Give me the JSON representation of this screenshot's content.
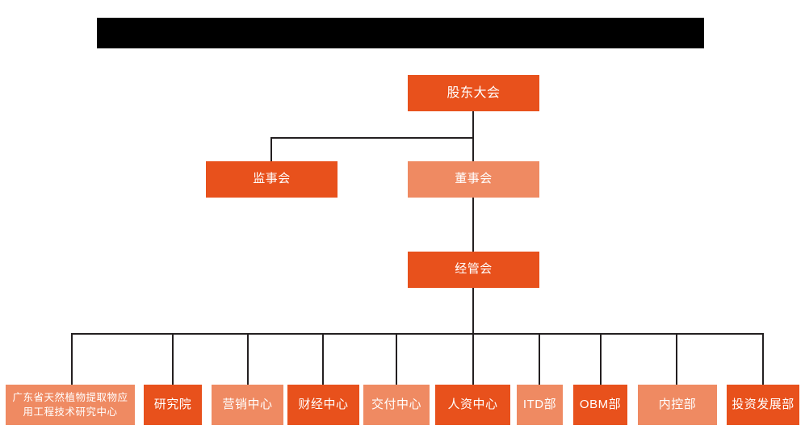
{
  "chart": {
    "type": "org-chart",
    "title_banner": {
      "redacted": true,
      "label": ""
    },
    "palette": {
      "dark_orange": "#e8511c",
      "light_salmon": "#ef8a62",
      "connector": "#231f20",
      "background": "#ffffff",
      "text": "#ffffff"
    },
    "levels": [
      {
        "level": 1,
        "nodes": [
          {
            "id": "shareholders",
            "label": "股东大会",
            "tone": "dark"
          }
        ]
      },
      {
        "level": 2,
        "nodes": [
          {
            "id": "supervisors",
            "label": "监事会",
            "tone": "dark"
          },
          {
            "id": "directors",
            "label": "董事会",
            "tone": "light"
          }
        ]
      },
      {
        "level": 3,
        "nodes": [
          {
            "id": "management",
            "label": "经管会",
            "tone": "dark"
          }
        ]
      },
      {
        "level": 4,
        "nodes": [
          {
            "id": "gd-center",
            "label": "广东省天然植物提取物应\n用工程技术研究中心",
            "tone": "light"
          },
          {
            "id": "research",
            "label": "研究院",
            "tone": "dark"
          },
          {
            "id": "marketing",
            "label": "营销中心",
            "tone": "light"
          },
          {
            "id": "finance",
            "label": "财经中心",
            "tone": "dark"
          },
          {
            "id": "delivery",
            "label": "交付中心",
            "tone": "light"
          },
          {
            "id": "hr",
            "label": "人资中心",
            "tone": "dark"
          },
          {
            "id": "itd",
            "label": "ITD部",
            "tone": "light"
          },
          {
            "id": "obm",
            "label": "OBM部",
            "tone": "dark"
          },
          {
            "id": "internal-control",
            "label": "内控部",
            "tone": "light"
          },
          {
            "id": "investment",
            "label": "投资发展部",
            "tone": "dark"
          }
        ]
      }
    ]
  }
}
